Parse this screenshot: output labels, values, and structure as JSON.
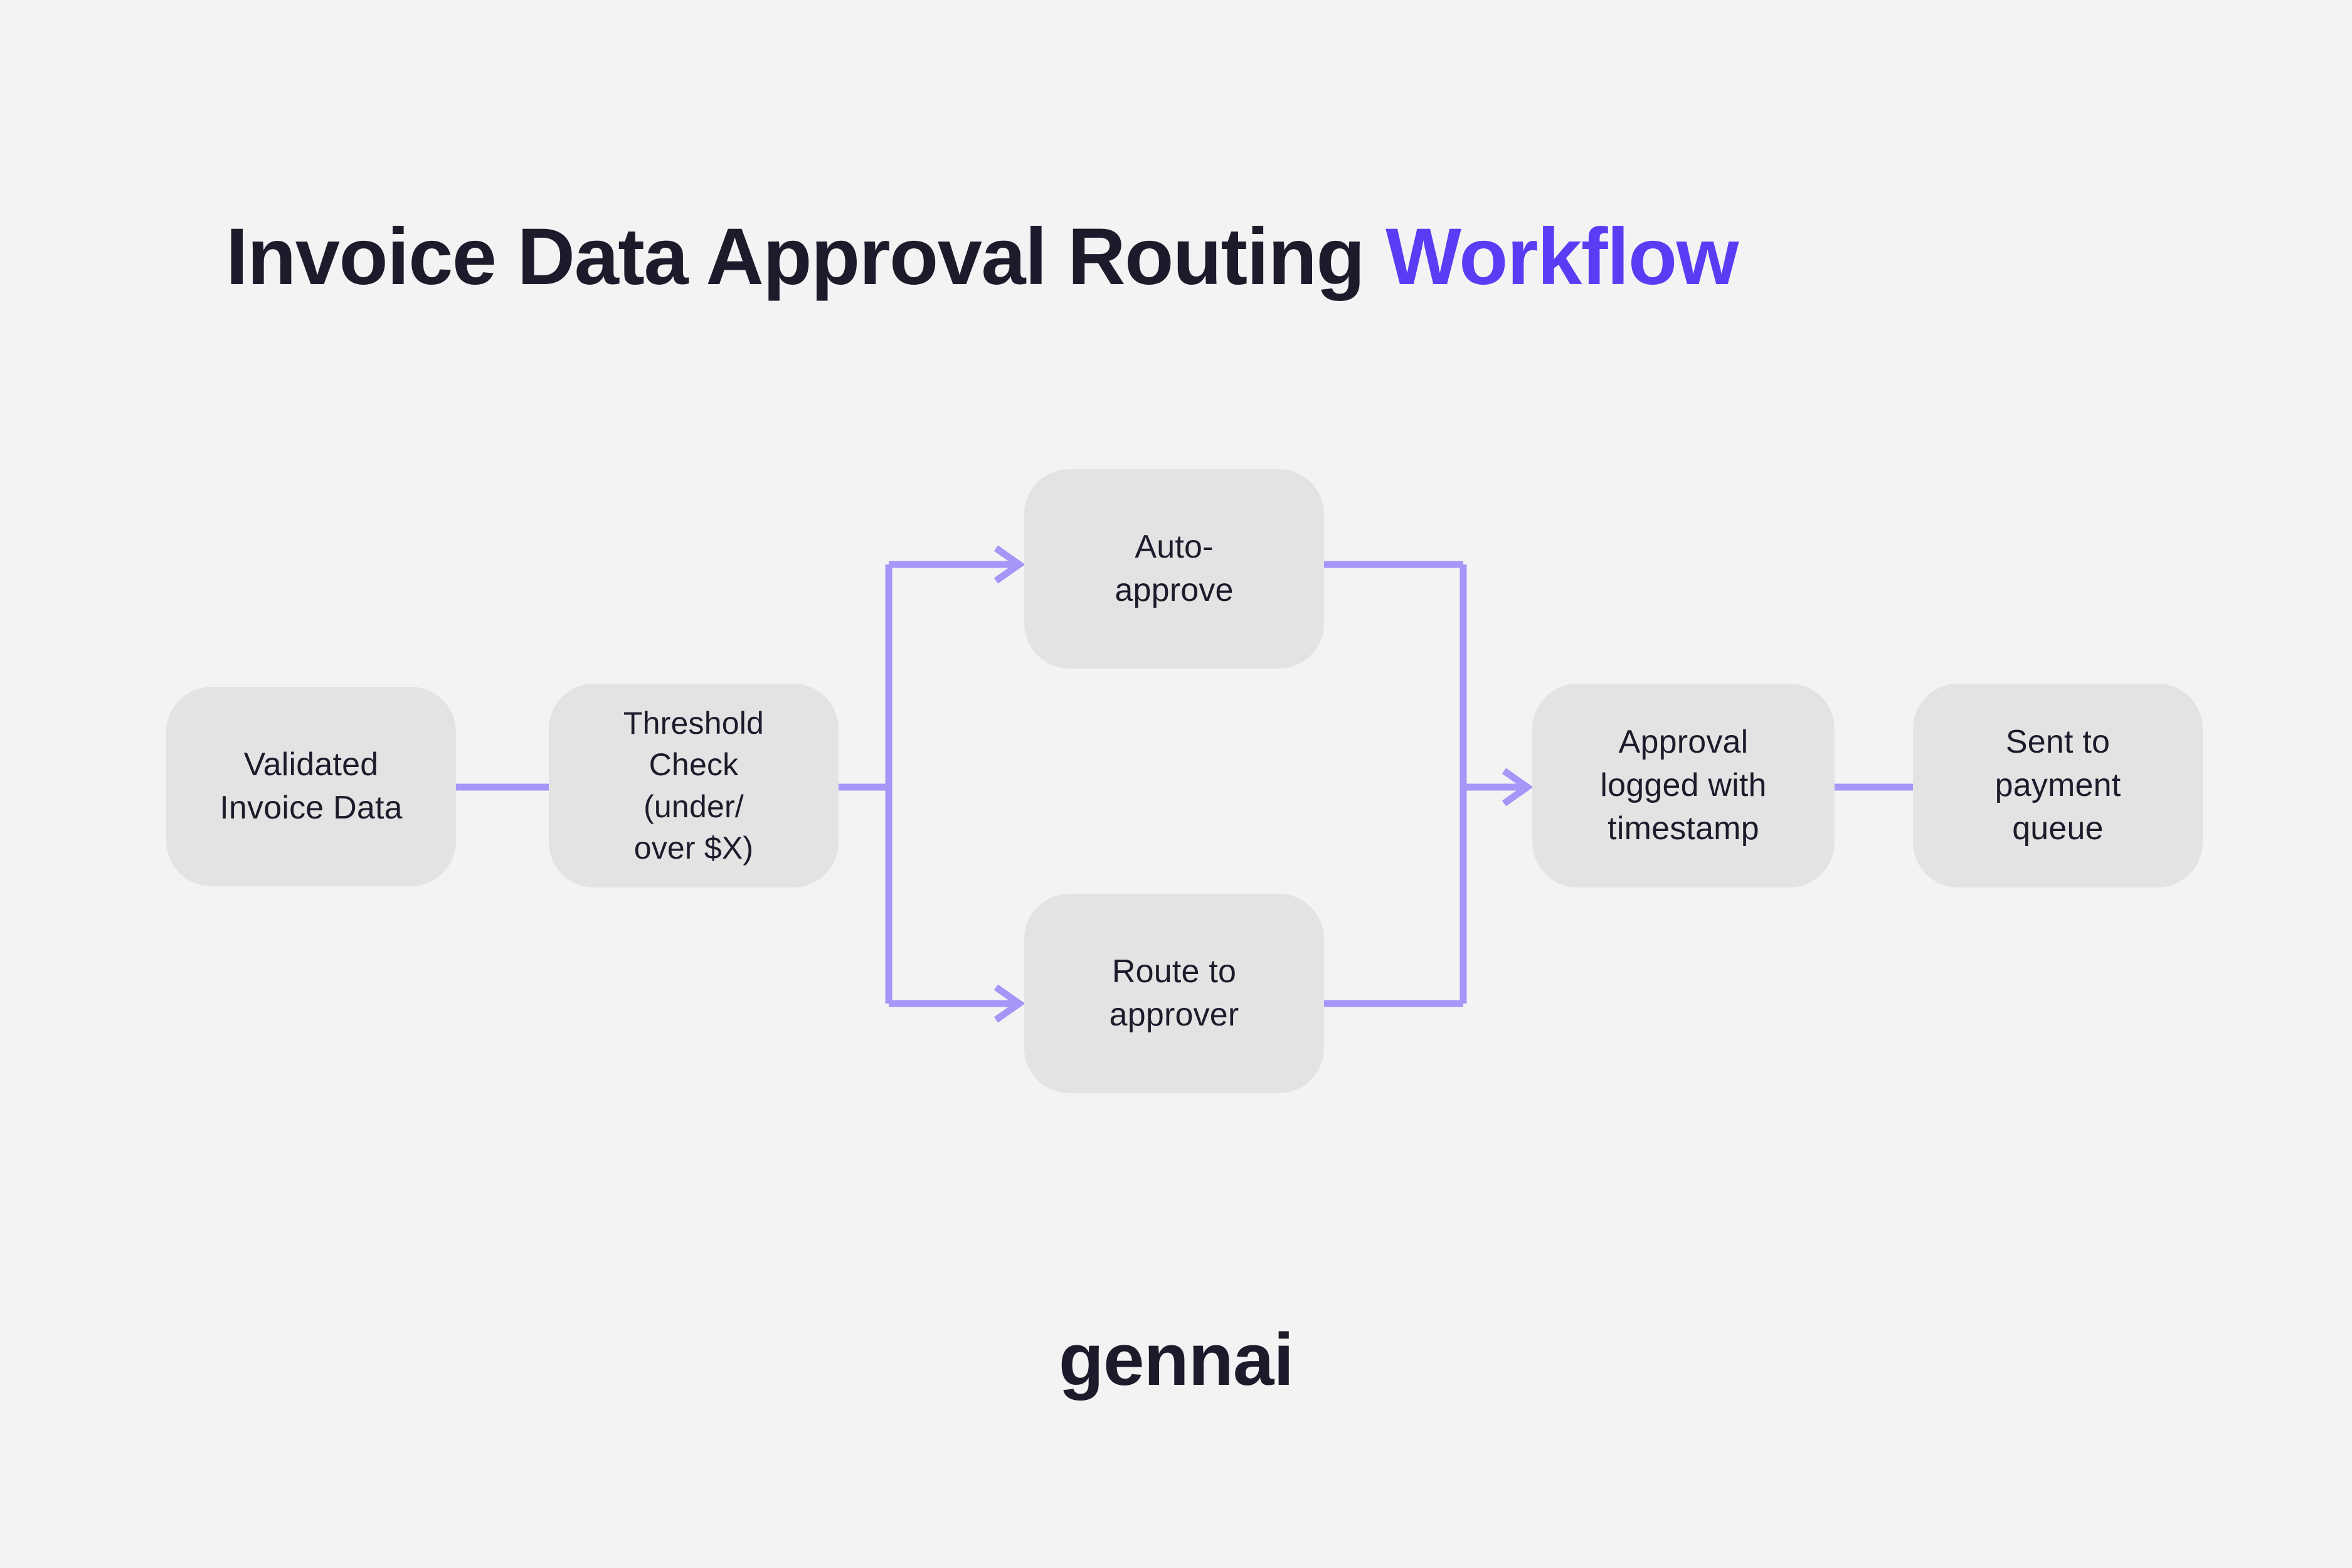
{
  "background_color": "#F3F3F3",
  "title": {
    "lead": "Invoice Data Approval Routing ",
    "accent": "Workflow",
    "accent_color": "#5A3CF4",
    "text_color": "#1C1B2B"
  },
  "diagram": {
    "node_fill": "#E3E3E3",
    "node_text_color": "#1C1B2B",
    "connector_color": "#A696F7",
    "nodes": [
      {
        "id": "validated-invoice-data",
        "label": "Validated\nInvoice Data"
      },
      {
        "id": "threshold-check",
        "label": "Threshold\nCheck\n(under/\nover $X)"
      },
      {
        "id": "auto-approve",
        "label": "Auto-\napprove"
      },
      {
        "id": "route-to-approver",
        "label": "Route to\napprover"
      },
      {
        "id": "approval-logged",
        "label": "Approval\nlogged with\ntimestamp"
      },
      {
        "id": "sent-to-payment-queue",
        "label": "Sent to\npayment\nqueue"
      }
    ],
    "edges": [
      {
        "from": "validated-invoice-data",
        "to": "threshold-check",
        "arrowhead": false
      },
      {
        "from": "threshold-check",
        "to": "auto-approve",
        "arrowhead": true
      },
      {
        "from": "threshold-check",
        "to": "route-to-approver",
        "arrowhead": true
      },
      {
        "from": "auto-approve",
        "to": "approval-logged",
        "arrowhead": true
      },
      {
        "from": "route-to-approver",
        "to": "approval-logged",
        "arrowhead": true
      },
      {
        "from": "approval-logged",
        "to": "sent-to-payment-queue",
        "arrowhead": false
      }
    ]
  },
  "brand": {
    "name": "gennai"
  }
}
